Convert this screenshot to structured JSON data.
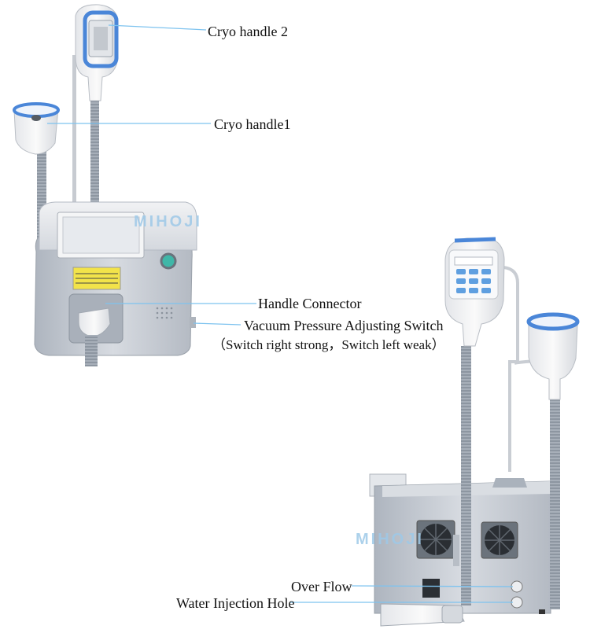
{
  "watermark": "MIHOJI",
  "labels": {
    "cryo_handle_2": "Cryo handle 2",
    "cryo_handle_1": "Cryo handle1",
    "handle_connector": "Handle Connector",
    "vacuum_switch": "Vacuum Pressure Adjusting Switch",
    "vacuum_switch_note": "（Switch right strong，Switch left weak）",
    "over_flow": "Over Flow",
    "water_injection": "Water Injection Hole"
  },
  "colors": {
    "leader_line": "#7ec3ef",
    "handle_blue": "#4a86d8",
    "body_gray": "#c9ced6",
    "hose_gray": "#9aa3ad"
  }
}
